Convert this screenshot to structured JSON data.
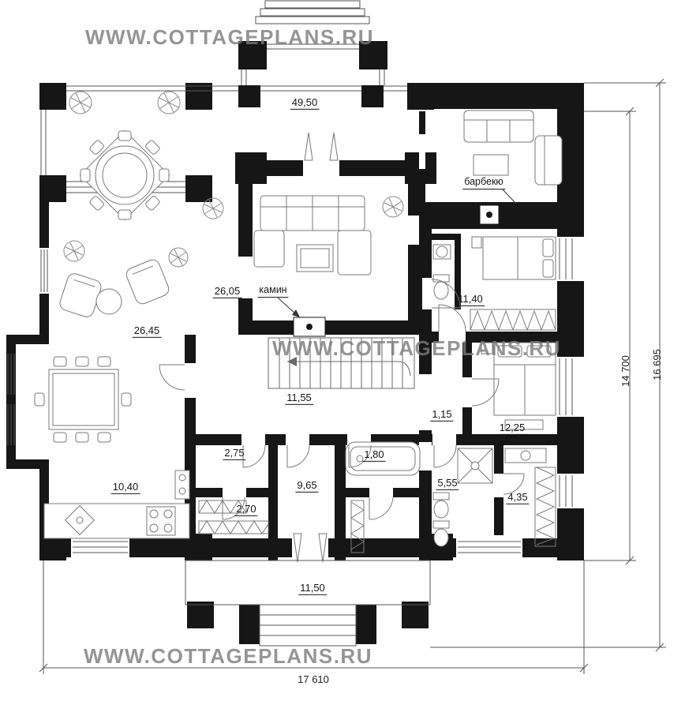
{
  "watermark": {
    "text": "WWW.COTTAGEPLANS.RU"
  },
  "rooms": {
    "terrace": {
      "area": "49,50"
    },
    "living_room": {
      "area": "26,05"
    },
    "sitting_room": {
      "area": "26,45"
    },
    "bedroom_top": {
      "area": "11,40"
    },
    "hall": {
      "area": "11,55"
    },
    "corridor": {
      "area": "1,15"
    },
    "bedroom_bottom": {
      "area": "12,25"
    },
    "kitchen_dining": {
      "area": "10,40"
    },
    "storage": {
      "area": "2,75"
    },
    "bathroom": {
      "area": "1,80"
    },
    "utility": {
      "area": "9,65"
    },
    "closet": {
      "area": "2,70"
    },
    "shower_wc": {
      "area": "5,55"
    },
    "wardrobe": {
      "area": "4,35"
    },
    "porch": {
      "area": "11,50"
    }
  },
  "annotations": {
    "barbecue": "барбекю",
    "fireplace": "камин"
  },
  "dimensions": {
    "overall_width": "17 610",
    "main_depth": "14 700",
    "overall_depth": "16 695"
  },
  "colors": {
    "walls": "#161616",
    "watermark": "#9a9a9a",
    "lines": "#555555"
  }
}
